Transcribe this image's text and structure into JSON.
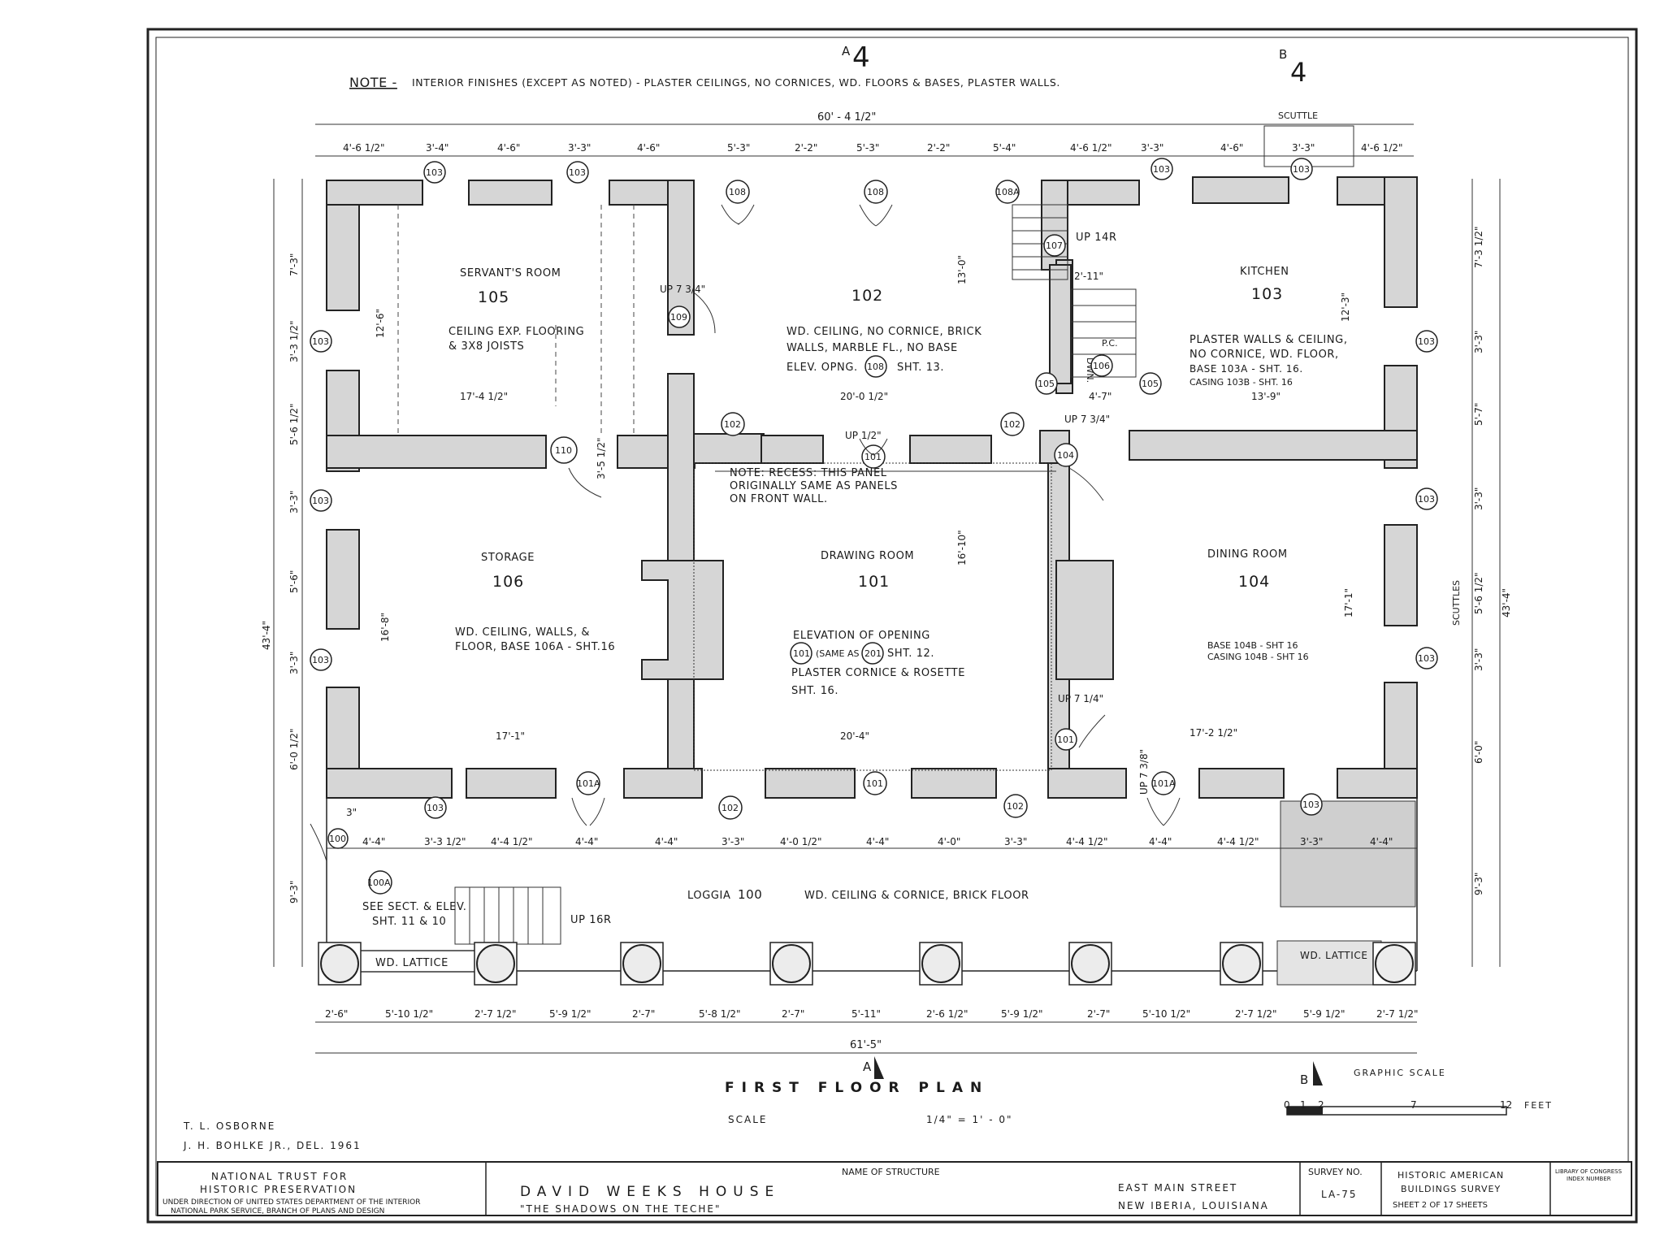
{
  "note": {
    "label": "NOTE -",
    "text": "INTERIOR FINISHES (EXCEPT AS NOTED) - PLASTER CEILINGS, NO CORNICES, WD. FLOORS & BASES, PLASTER WALLS."
  },
  "section_marks": {
    "a_top": "A",
    "a_top_num": "4",
    "b_top": "B",
    "b_top_num": "4",
    "a_bottom": "A",
    "b_bottom": "B"
  },
  "overall_dims": {
    "top": "60' - 4 1/2\"",
    "bottom": "61'-5\"",
    "left": "43'-4\"",
    "right": "43'-4\"",
    "scuttle": "SCUTTLE"
  },
  "top_dims": [
    "4'-6 1/2\"",
    "3'-4\"",
    "4'-6\"",
    "3'-3\"",
    "4'-6\"",
    "5'-3\"",
    "2'-2\"",
    "5'-3\"",
    "2'-2\"",
    "5'-4\"",
    "4'-6 1/2\"",
    "3'-3\"",
    "4'-6\"",
    "3'-3\"",
    "4'-6 1/2\""
  ],
  "bottom_dims": [
    "2'-6\"",
    "5'-10 1/2\"",
    "2'-7 1/2\"",
    "5'-9 1/2\"",
    "2'-7\"",
    "5'-8 1/2\"",
    "2'-7\"",
    "5'-11\"",
    "2'-6 1/2\"",
    "5'-9 1/2\"",
    "2'-7\"",
    "5'-10 1/2\"",
    "2'-7 1/2\"",
    "5'-9 1/2\"",
    "2'-7 1/2\""
  ],
  "loggia_dims": [
    "4'-4\"",
    "3'-3 1/2\"",
    "4'-4 1/2\"",
    "4'-4\"",
    "4'-4\"",
    "3'-3\"",
    "4'-0 1/2\"",
    "4'-4\"",
    "4'-0\"",
    "3'-3\"",
    "4'-4 1/2\"",
    "4'-4\"",
    "4'-4 1/2\"",
    "3'-3\"",
    "4'-4\""
  ],
  "left_dims": [
    "7'-3\"",
    "3'-3 1/2\"",
    "5'-6 1/2\"",
    "3'-3\"",
    "5'-6\"",
    "3'-3\"",
    "6'-0 1/2\"",
    "9'-3\""
  ],
  "right_dims": [
    "7'-3 1/2\"",
    "3'-3\"",
    "5'-7\"",
    "3'-3\"",
    "5'-6 1/2\"",
    "3'-3\"",
    "6'-0\"",
    "9'-3\""
  ],
  "rooms": {
    "r105": {
      "name": "SERVANT'S ROOM",
      "number": "105",
      "note1": "CEILING EXP. FLOORING",
      "note2": "& 3X8 JOISTS",
      "dim_v": "12'-6\"",
      "dim_h": "17'-4 1/2\""
    },
    "r102": {
      "number": "102",
      "note1": "WD. CEILING, NO CORNICE, BRICK",
      "note2": "WALLS, MARBLE FL., NO BASE",
      "note3a": "ELEV. OPNG.",
      "note3b": "SHT. 13.",
      "dim_v": "13'-0\"",
      "dim_h": "20'-0 1/2\"",
      "up": "UP 7 3/4\""
    },
    "r103": {
      "name": "KITCHEN",
      "number": "103",
      "note1": "PLASTER WALLS & CEILING,",
      "note2": "NO CORNICE, WD. FLOOR,",
      "note3": "BASE 103A - SHT. 16.",
      "note4": "CASING 103B - SHT. 16",
      "dim_v": "12'-3\"",
      "dim_h": "13'-9\""
    },
    "r106": {
      "name": "STORAGE",
      "number": "106",
      "note1": "WD. CEILING, WALLS, &",
      "note2": "FLOOR, BASE 106A - SHT.16",
      "dim_v": "16'-8\"",
      "dim_h": "17'-1\""
    },
    "r101": {
      "name": "DRAWING ROOM",
      "number": "101",
      "note1": "ELEVATION OF OPENING",
      "note2a": "(SAME AS",
      "note2b": "SHT. 12.",
      "note3": "PLASTER CORNICE & ROSETTE",
      "note4": "SHT. 16.",
      "dim_v": "16'-10\"",
      "dim_h": "20'-4\"",
      "recess1": "NOTE: RECESS: THIS PANEL",
      "recess2": "ORIGINALLY SAME AS PANELS",
      "recess3": "ON FRONT WALL."
    },
    "r104": {
      "name": "DINING ROOM",
      "number": "104",
      "note1": "BASE 104B - SHT 16",
      "note2": "CASING 104B - SHT 16",
      "dim_v": "17'-1\"",
      "dim_h": "17'-2 1/2\""
    },
    "loggia": {
      "name": "LOGGIA",
      "number": "100",
      "note": "WD. CEILING & CORNICE, BRICK FLOOR"
    }
  },
  "stair": {
    "up14": "UP 14R",
    "dim": "2'-11\"",
    "dwn": "DWN.",
    "pc": "P.C.",
    "dim2": "4'-7\"",
    "up734": "UP 7 3/4\""
  },
  "misc": {
    "up12": "UP 1/2\"",
    "up714": "UP 7 1/4\"",
    "up738": "UP 7 3/8\"",
    "up16r": "UP 16R",
    "see1": "SEE SECT. & ELEV.",
    "see2": "SHT. 11 & 10",
    "lattice_l": "WD. LATTICE",
    "lattice_r": "WD. LATTICE",
    "d3": "3\"",
    "d315": "3'-5 1/2\"",
    "scuttles": "SCUTTLES"
  },
  "door_tags": {
    "t103": "103",
    "t108": "108",
    "t108a": "108A",
    "t107": "107",
    "t109": "109",
    "t106": "106",
    "t105": "105",
    "t102": "102",
    "t101": "101",
    "t104": "104",
    "t110": "110",
    "t101a": "101A",
    "t100": "100",
    "t100a": "100A",
    "t201": "201"
  },
  "plan_title": {
    "title": "FIRST   FLOOR   PLAN",
    "scale_label": "SCALE",
    "scale_value": "1/4\" = 1' - 0\""
  },
  "graphic_scale": {
    "label": "GRAPHIC  SCALE",
    "ticks": [
      "0",
      "1",
      "2",
      "7",
      "12"
    ],
    "unit": "FEET"
  },
  "drafters": {
    "line1": "T. L. OSBORNE",
    "line2": "J. H. BOHLKE JR., DEL. 1961"
  },
  "title_block": {
    "org1": "NATIONAL  TRUST  FOR",
    "org2": "HISTORIC  PRESERVATION",
    "org3": "UNDER DIRECTION OF UNITED STATES DEPARTMENT OF THE INTERIOR",
    "org4": "NATIONAL PARK SERVICE, BRANCH OF PLANS AND DESIGN",
    "name_label": "NAME OF STRUCTURE",
    "structure": "DAVID  WEEKS  HOUSE",
    "subtitle": "\"THE  SHADOWS  ON  THE  TECHE\"",
    "street": "EAST  MAIN  STREET",
    "city": "NEW  IBERIA,  LOUISIANA",
    "survey_label": "SURVEY NO.",
    "survey_no": "LA-75",
    "habs1": "HISTORIC AMERICAN",
    "habs2": "BUILDINGS SURVEY",
    "sheet": "SHEET  2  OF  17  SHEETS",
    "loc1": "LIBRARY OF CONGRESS",
    "loc2": "INDEX NUMBER"
  }
}
